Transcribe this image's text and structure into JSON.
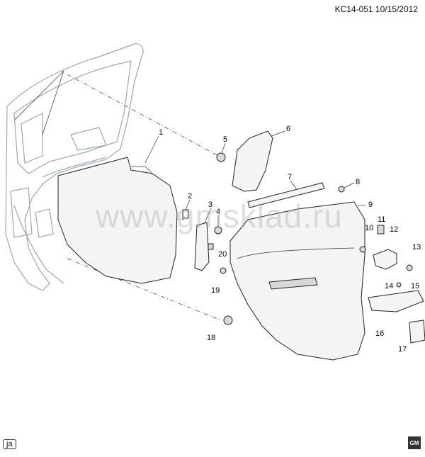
{
  "header": {
    "diagram_id": "KC14-051 10/15/2012"
  },
  "watermark": "www.gmsklad.ru",
  "footer": {
    "language_badge": "ja",
    "logo": "GM"
  },
  "callouts": [
    "1",
    "2",
    "3",
    "4",
    "5",
    "6",
    "7",
    "8",
    "9",
    "10",
    "11",
    "12",
    "13",
    "14",
    "15",
    "16",
    "17",
    "18",
    "19",
    "20"
  ],
  "colors": {
    "line": "#222222",
    "frame": "#9aa8b4",
    "fill": "#f4f4f4"
  }
}
